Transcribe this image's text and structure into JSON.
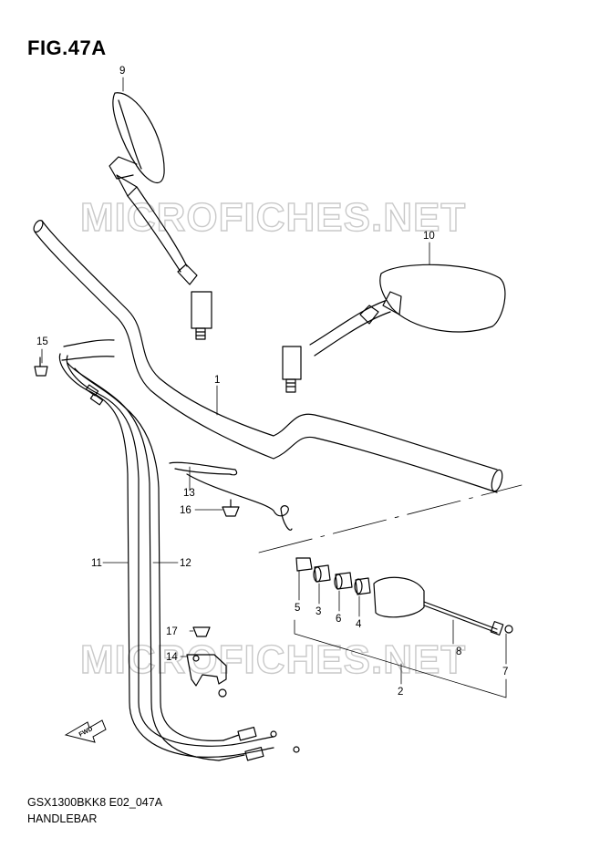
{
  "figure": {
    "title": "FIG.47A",
    "code": "GSX1300BKK8 E02_047A",
    "name": "HANDLEBAR"
  },
  "watermark": "MICROFICHES.NET",
  "fwd_label": "FWD",
  "callouts": [
    "1",
    "2",
    "3",
    "4",
    "5",
    "6",
    "7",
    "8",
    "9",
    "10",
    "11",
    "12",
    "13",
    "14",
    "15",
    "16",
    "17"
  ],
  "colors": {
    "line": "#000000",
    "watermark": "#c9c9c9",
    "background": "#ffffff"
  }
}
